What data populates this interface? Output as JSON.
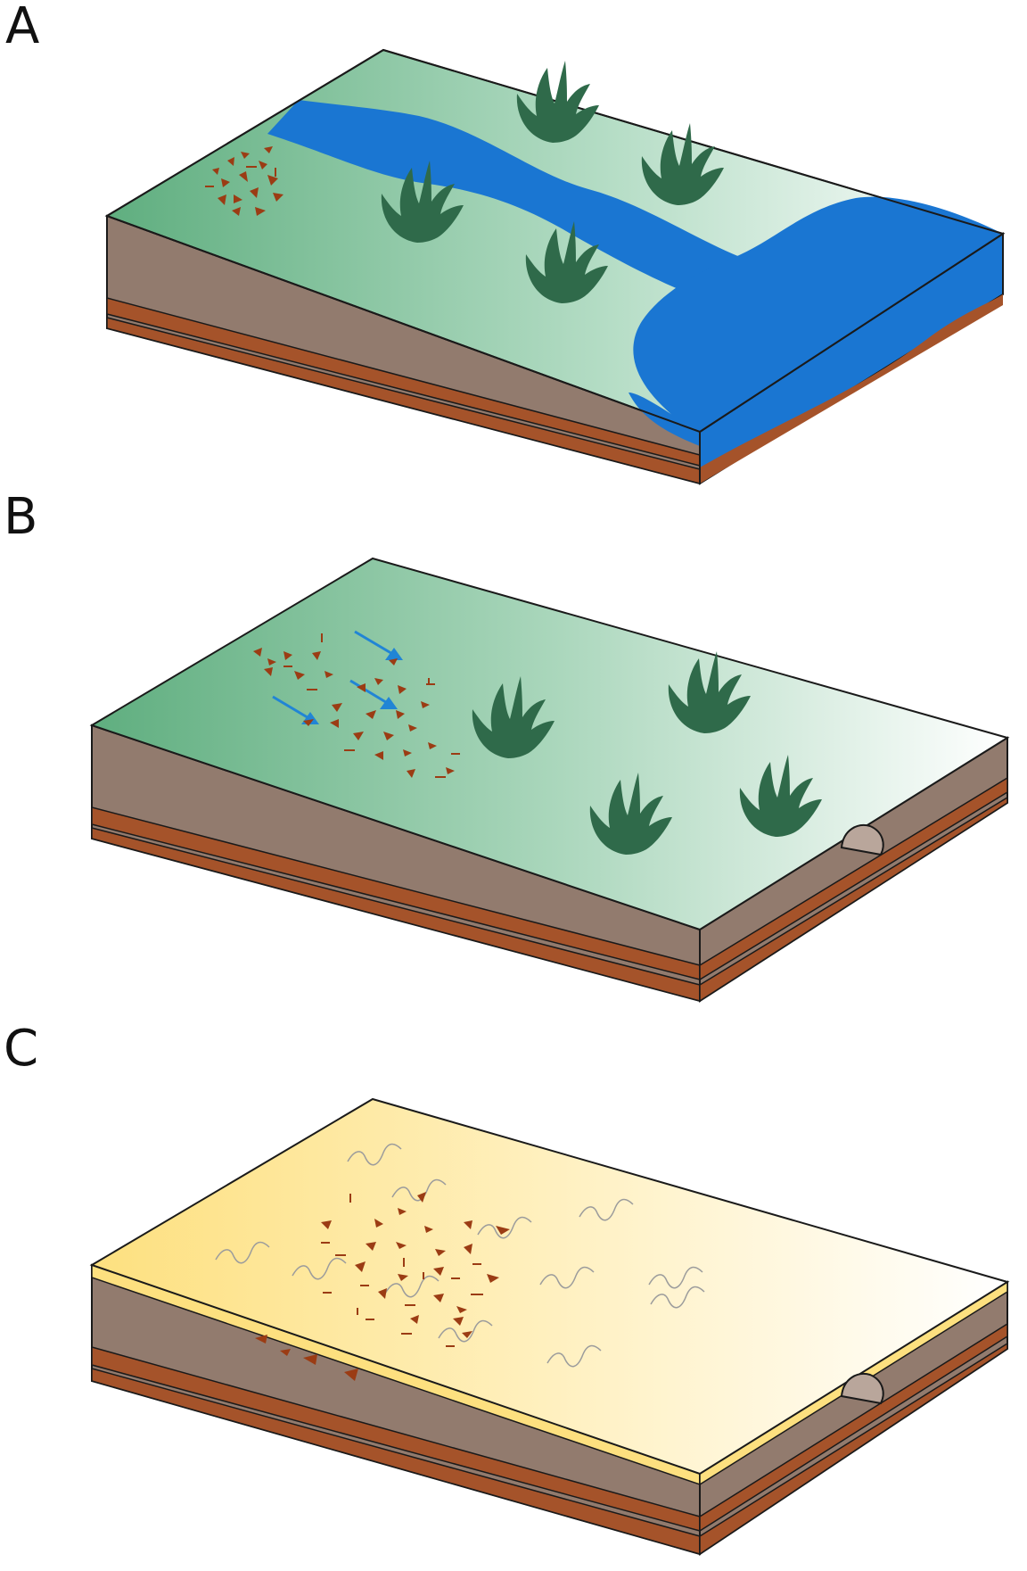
{
  "panels": [
    {
      "label": "A"
    },
    {
      "label": "B"
    },
    {
      "label": "C"
    }
  ],
  "colors": {
    "grass_dark": "#5fae7f",
    "grass_light": "#ffffff",
    "sand_dark": "#fde07f",
    "sand_light": "#ffffff",
    "soil": "#927b6e",
    "stripe": "#a5532a",
    "water": "#1a76d2",
    "plant": "#2f6a4a",
    "fragment": "#9b3c14",
    "arrow": "#2185d5",
    "outline": "#1a1a1a"
  },
  "icons": [
    "plant-icon",
    "bone-fragment-icon",
    "flow-arrow-icon",
    "fossil-icon"
  ]
}
